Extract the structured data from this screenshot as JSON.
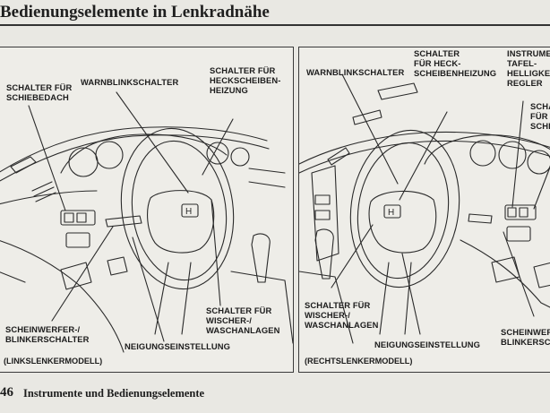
{
  "header": {
    "title": "Bedienungselemente in Lenkradnähe"
  },
  "left_panel": {
    "labels": {
      "schiebedach": [
        "SCHALTER FÜR",
        "SCHIEBEDACH"
      ],
      "warnblink": [
        "WARNBLINKSCHALTER"
      ],
      "heckscheibe": [
        "SCHALTER FÜR",
        "HECKSCHEIBEN-",
        "HEIZUNG"
      ],
      "scheinwerfer": [
        "SCHEINWERFER-/",
        "BLINKERSCHALTER"
      ],
      "wischer": [
        "SCHALTER FÜR",
        "WISCHER-/",
        "WASCHANLAGEN"
      ],
      "neigung": [
        "NEIGUNGSEINSTELLUNG"
      ]
    },
    "caption": "(LINKSLENKERMODELL)"
  },
  "right_panel": {
    "labels": {
      "warnblink": [
        "WARNBLINKSCHALTER"
      ],
      "heckscheibe": [
        "SCHALTER",
        "FÜR HECK-",
        "SCHEIBENHEIZUNG"
      ],
      "instrumente": [
        "INSTRUME",
        "TAFEL-",
        "HELLIGKEI",
        "REGLER"
      ],
      "schalter_cut": [
        "SCHA",
        "FÜR",
        "SCHI"
      ],
      "wischer": [
        "SCHALTER FÜR",
        "WISCHER-/",
        "WASCHANLAGEN"
      ],
      "neigung": [
        "NEIGUNGSEINSTELLUNG"
      ],
      "scheinwerfer": [
        "SCHEINWER",
        "BLINKERSCH"
      ]
    },
    "caption": "(RECHTSLENKERMODELL)"
  },
  "footer": {
    "page_number": "46",
    "section": "Instrumente und Bedienungselemente"
  },
  "colors": {
    "ink": "#1c1c1c",
    "paper": "#e9e8e3",
    "panel": "#eeede8"
  }
}
